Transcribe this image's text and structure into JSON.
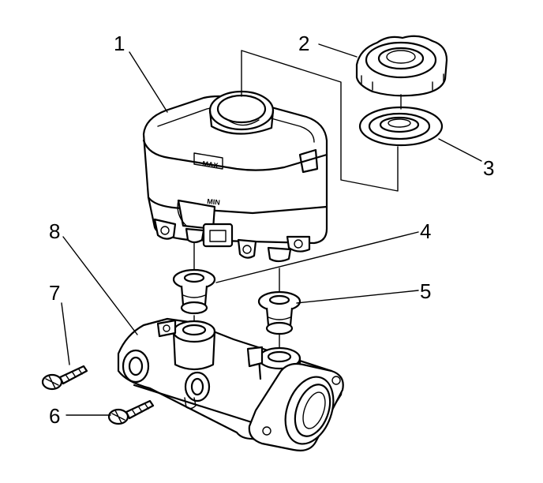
{
  "callouts": [
    {
      "id": "1",
      "label": "1"
    },
    {
      "id": "2",
      "label": "2"
    },
    {
      "id": "3",
      "label": "3"
    },
    {
      "id": "4",
      "label": "4"
    },
    {
      "id": "5",
      "label": "5"
    },
    {
      "id": "6",
      "label": "6"
    },
    {
      "id": "7",
      "label": "7"
    },
    {
      "id": "8",
      "label": "8"
    }
  ],
  "reservoir_marks": {
    "max": "MAX",
    "min": "MIN"
  }
}
